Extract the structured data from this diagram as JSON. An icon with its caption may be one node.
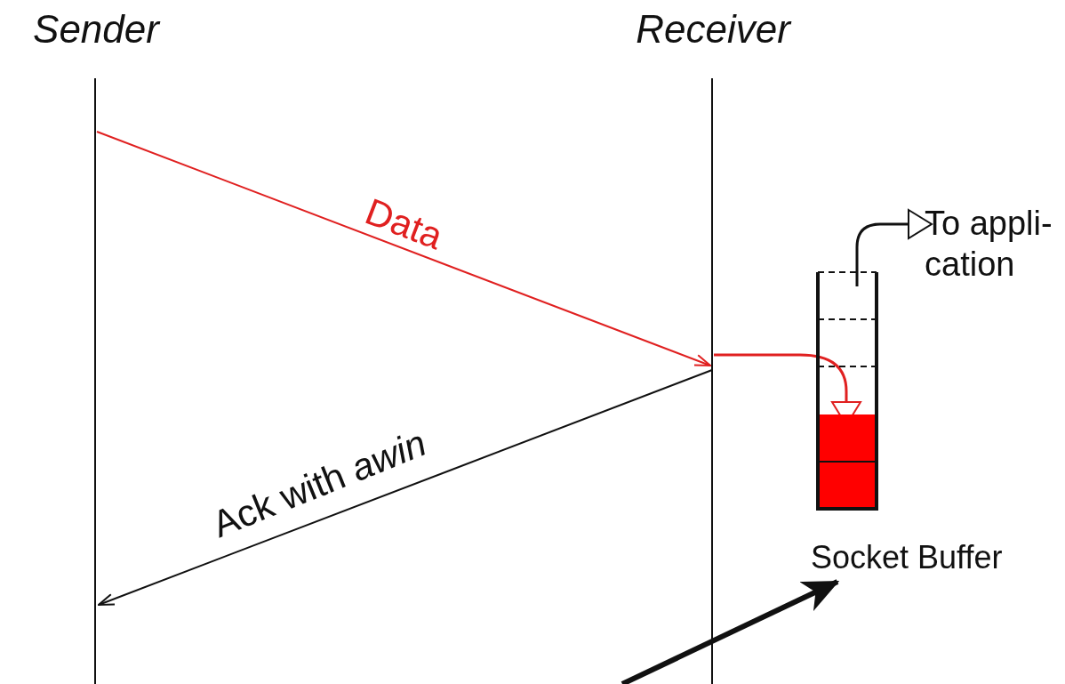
{
  "diagram": {
    "nodes": [
      {
        "text": [
          "Sender"
        ]
      },
      {
        "text": [
          "Receiver"
        ]
      },
      {
        "text": [
          "Socket Buffer"
        ]
      },
      {
        "text": [
          "To appli- cation"
        ]
      }
    ],
    "edges": [
      {
        "from": 0,
        "to": 1,
        "arrow": "to",
        "label": "Data",
        "color": "#e02020"
      },
      {
        "from": 1,
        "to": 0,
        "arrow": "to",
        "label": "Ack with *awin*"
      },
      {
        "from": 1,
        "to": 2,
        "arrow": "to",
        "color": "#e02020"
      },
      {
        "from": 2,
        "to": 3,
        "arrow": "to"
      },
      {
        "from": null,
        "to": 2,
        "arrow": "to",
        "style": "thick"
      }
    ]
  }
}
